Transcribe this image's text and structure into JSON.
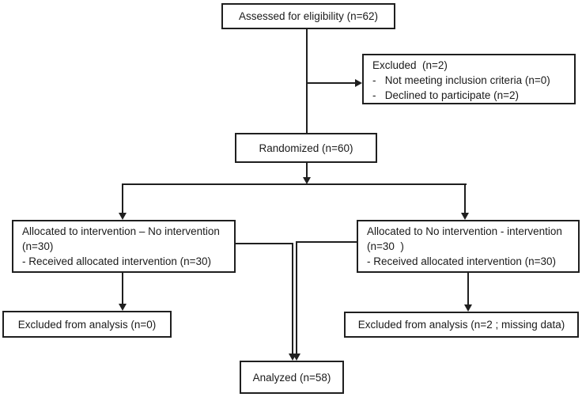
{
  "diagram": {
    "type": "consort-flow-diagram",
    "colors": {
      "background": "#ffffff",
      "box_border": "#1f1f1f",
      "line": "#1f1f1f",
      "text": "#1a1a1a"
    },
    "boxes": {
      "assessed": {
        "text": "Assessed for eligibility (n=62)"
      },
      "excluded_top": {
        "title": "Excluded  (n=2)",
        "items": [
          "-   Not meeting inclusion criteria (n=0)",
          "-   Declined to participate (n=2)"
        ]
      },
      "randomized": {
        "text": "Randomized (n=60)"
      },
      "alloc_left": {
        "line1": "Allocated to intervention – No intervention\n(n=30)",
        "line2": "- Received allocated intervention (n=30)"
      },
      "alloc_right": {
        "line1": "Allocated to No intervention - intervention\n(n=30  )",
        "line2": "- Received allocated intervention (n=30)"
      },
      "excluded_left": {
        "text": "Excluded from analysis (n=0)"
      },
      "excluded_right": {
        "text": "Excluded from analysis (n=2 ; missing data)"
      },
      "analyzed": {
        "text": "Analyzed (n=58)"
      }
    }
  }
}
